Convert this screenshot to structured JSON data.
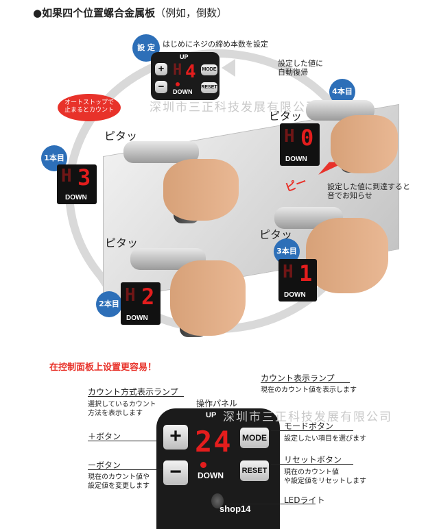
{
  "title": {
    "main": "●如果四个位置螺合金属板",
    "paren": "（例如，倒数）"
  },
  "setting": {
    "badge": "設 定",
    "note": "はじめにネジの締め本数を設定",
    "up": "UP",
    "down": "DOWN",
    "plus": "+",
    "minus": "−",
    "mode": "MODE",
    "reset": "RESET",
    "digit": "4",
    "h": "H"
  },
  "auto_return": "設定した値に\n自動復帰",
  "autostop_bubble": "オートストップで\n止まるとカウント",
  "watermark": "深圳市三正科技发展有限公司",
  "steps": [
    {
      "badge": "1本目",
      "h": "H",
      "digit": "3",
      "down": "DOWN",
      "sound": "ピタッ"
    },
    {
      "badge": "2本目",
      "h": "H",
      "digit": "2",
      "down": "DOWN",
      "sound": "ピタッ"
    },
    {
      "badge": "3本目",
      "h": "H",
      "digit": "1",
      "down": "DOWN",
      "sound": "ピタッ"
    },
    {
      "badge": "4本目",
      "h": "H",
      "digit": "0",
      "down": "DOWN",
      "sound": "ピタッ"
    }
  ],
  "reach_note": "設定した値に到達すると\n音でお知らせ",
  "beep": "ピー",
  "section2_title": "在控制面板上设置更容易！",
  "panel": {
    "up": "UP",
    "down": "DOWN",
    "digits": "24",
    "plus": "+",
    "minus": "−",
    "mode": "MODE",
    "reset": "RESET",
    "shop": "shop14"
  },
  "labels": {
    "count_display_lamp": {
      "title": "カウント表示ランプ",
      "desc": "現在のカウント値を表示します"
    },
    "count_mode_lamp": {
      "title": "カウント方式表示ランプ",
      "desc": "選択しているカウント\n方法を表示します"
    },
    "control_panel": {
      "title": "操作パネル"
    },
    "plus_button": {
      "title": "＋ボタン"
    },
    "minus_button": {
      "title": "ーボタン",
      "desc": "現在のカウント値や\n設定値を変更します"
    },
    "mode_button": {
      "title": "モードボタン",
      "desc": "設定したい項目を選びます"
    },
    "reset_button": {
      "title": "リセットボタン",
      "desc": "現在のカウント値\nや設定値をリセットします"
    },
    "led_light": {
      "title": "LEDライト"
    }
  },
  "colors": {
    "accent_red": "#e41d1d",
    "badge_blue": "#2d6fb8",
    "section_red": "#e8322a"
  }
}
